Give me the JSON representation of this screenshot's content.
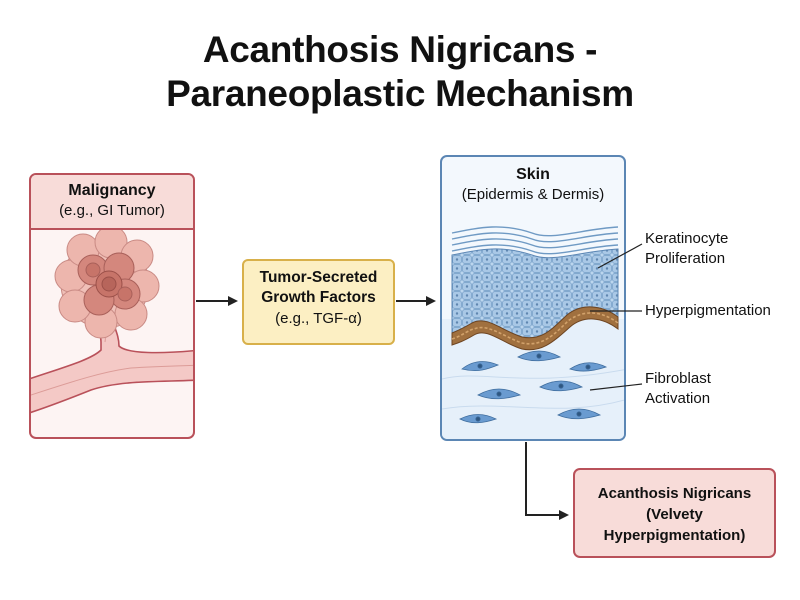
{
  "title": {
    "line1": "Acanthosis Nigricans -",
    "line2": "Paraneoplastic Mechanism"
  },
  "malignancy": {
    "title": "Malignancy",
    "subtitle": "(e.g., GI Tumor)"
  },
  "growth_factors": {
    "line1": "Tumor-Secreted",
    "line2": "Growth Factors",
    "line3": "(e.g., TGF-α)"
  },
  "skin": {
    "title": "Skin",
    "subtitle": "(Epidermis & Dermis)",
    "annotations": {
      "keratinocyte_line1": "Keratinocyte",
      "keratinocyte_line2": "Proliferation",
      "hyperpigmentation": "Hyperpigmentation",
      "fibroblast_line1": "Fibroblast",
      "fibroblast_line2": "Activation"
    }
  },
  "result": {
    "line1": "Acanthosis Nigricans",
    "line2": "(Velvety",
    "line3": "Hyperpigmentation)"
  },
  "colors": {
    "malignancy_border": "#b9515a",
    "growth_factor_border": "#d8b04a",
    "growth_factor_fill": "#fcefc3",
    "skin_border": "#5b86b4",
    "pigment": "#8a5a2b",
    "fibroblast": "#5d8fc4"
  },
  "icons": [
    "tumor-cluster-icon",
    "blood-vessel-icon",
    "keratinocyte-layer-icon",
    "pigment-layer-icon",
    "fibroblast-icon",
    "arrow-right-icon",
    "arrow-elbow-icon"
  ]
}
